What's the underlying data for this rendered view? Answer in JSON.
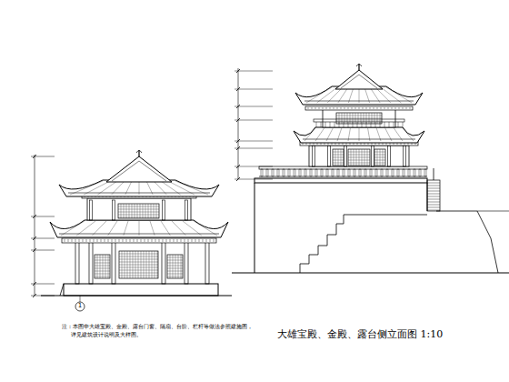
{
  "diagram": {
    "title": "大雄宝殿、金殿、露台侧立面图 1:10",
    "labels": [
      "注：本图中大雄宝殿、金殿、露台门窗、隔扇、台阶、栏杆等做法参照建施图，",
      "详见建筑设计说明及大样图。",
      "1"
    ]
  }
}
